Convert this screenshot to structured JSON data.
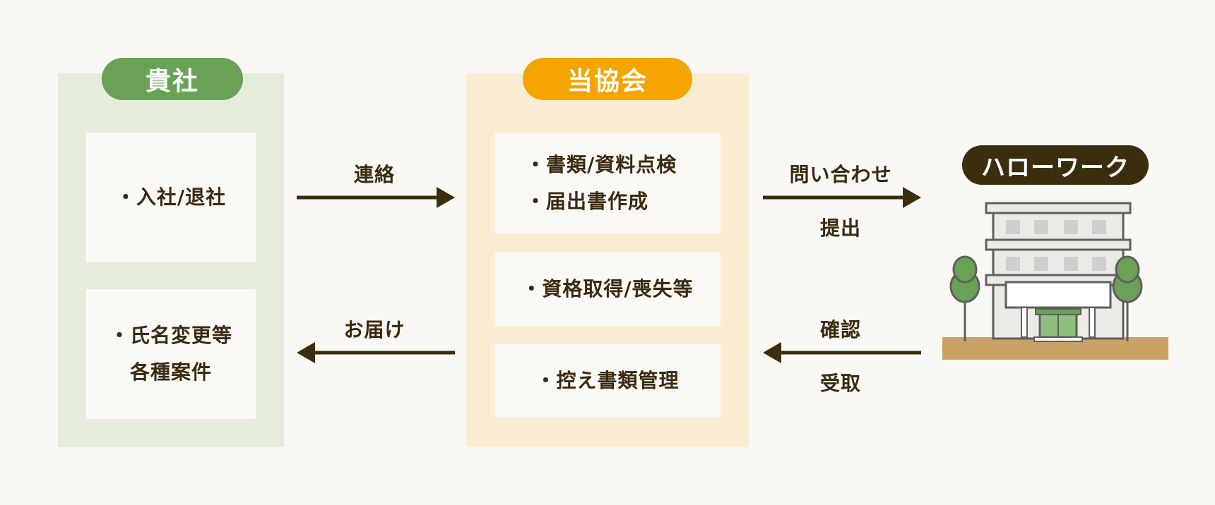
{
  "company": {
    "label": "貴社",
    "boxes": [
      {
        "lines": [
          "・入社/退社"
        ]
      },
      {
        "lines": [
          "・氏名変更等",
          "各種案件"
        ]
      }
    ]
  },
  "association": {
    "label": "当協会",
    "boxes": [
      {
        "lines": [
          "・書類/資料点検",
          "・届出書作成"
        ]
      },
      {
        "lines": [
          "・資格取得/喪失等"
        ]
      },
      {
        "lines": [
          "・控え書類管理"
        ]
      }
    ]
  },
  "hellowork": {
    "label": "ハローワーク"
  },
  "arrows": {
    "contact": "連絡",
    "deliver": "お届け",
    "inquiry": "問い合わせ",
    "submit": "提出",
    "confirm": "確認",
    "receive": "受取"
  },
  "colors": {
    "company_accent": "#6aa255",
    "association_accent": "#f6a400",
    "hellowork_accent": "#3b2e0e",
    "arrow": "#3b2e0e",
    "text": "#3b2a10"
  }
}
